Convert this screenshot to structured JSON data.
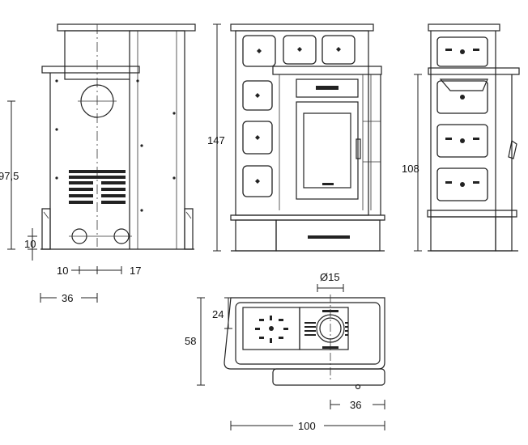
{
  "dimensions": {
    "back_height": "97,5",
    "foot_height": "10",
    "outlet_offset_left": "10",
    "outlet_offset_right": "17",
    "back_depth": "36",
    "total_height": "147",
    "side_height": "108",
    "pipe_diameter": "Ø15",
    "top_offset": "24",
    "plan_depth": "58",
    "plan_offset": "36",
    "total_width": "100"
  }
}
